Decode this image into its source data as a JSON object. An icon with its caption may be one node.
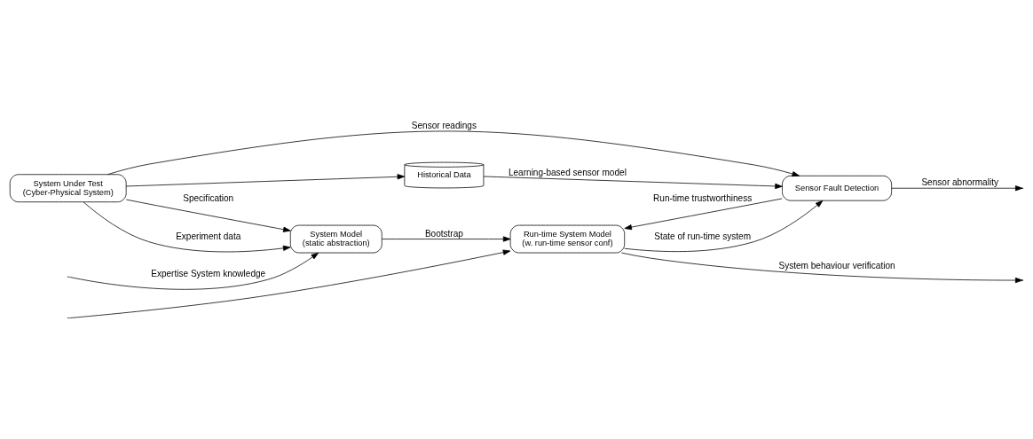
{
  "diagram": {
    "nodes": [
      {
        "text": [
          "System Model",
          "(static abstraction)"
        ]
      },
      {
        "text": [
          "Run-time System Model",
          "(w. run-time sensor conf)"
        ]
      },
      {
        "text": [
          "System Under Test",
          "(Cyber-Physical System)"
        ]
      },
      {
        "text": [
          "Sensor Fault Detection"
        ]
      },
      {
        "text": [
          "Historical Data"
        ]
      }
    ],
    "edges": [
      {
        "from": null,
        "to": 0,
        "arrow": "to",
        "label": "Expertise System knowledge"
      },
      {
        "from": null,
        "to": 1,
        "arrow": "to"
      },
      {
        "from": 0,
        "to": 1,
        "arrow": "to",
        "label": "Bootstrap"
      },
      {
        "from": 1,
        "to": null,
        "arrow": "to",
        "label": "System behaviour verification"
      },
      {
        "from": 2,
        "to": 0,
        "arrow": "to",
        "label": "Specification"
      },
      {
        "from": 2,
        "to": 0,
        "arrow": "to",
        "label": "Experiment data"
      },
      {
        "from": 1,
        "to": 3,
        "arrow": "to",
        "label": "State of run-time system"
      },
      {
        "from": 3,
        "to": 1,
        "arrow": "to",
        "label": "Run-time trustworthiness"
      },
      {
        "from": 2,
        "to": 3,
        "arrow": "to",
        "label": "Sensor readings"
      },
      {
        "from": 4,
        "to": 3,
        "arrow": "to",
        "label": "Learning-based sensor model"
      },
      {
        "from": 3,
        "to": null,
        "arrow": "to",
        "label": "Sensor abnormality"
      },
      {
        "from": 2,
        "to": 4,
        "arrow": "to"
      }
    ]
  }
}
